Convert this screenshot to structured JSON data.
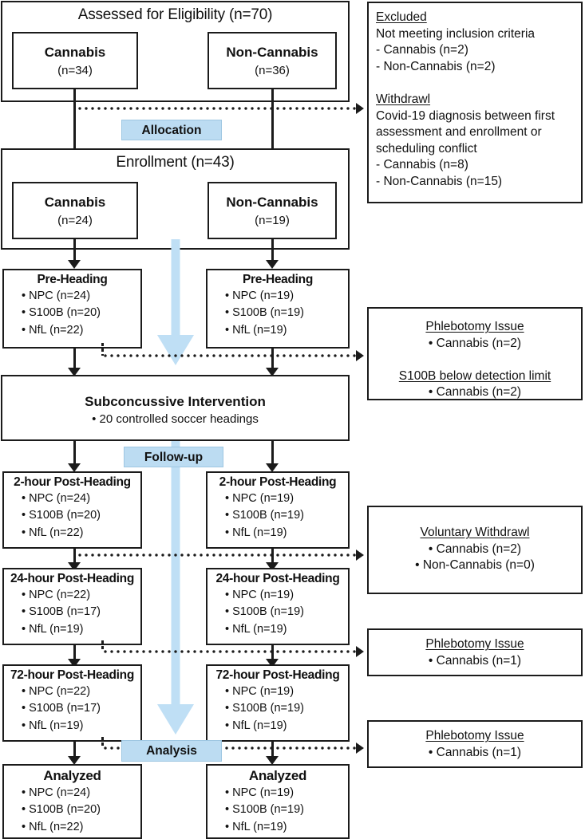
{
  "diagram": {
    "title": "CONSORT participant flow diagram",
    "accent_blue": "#bcdcf2",
    "line_color": "#1b1b1b"
  },
  "stage_labels": {
    "allocation": "Allocation",
    "followup": "Follow-up",
    "analysis": "Analysis"
  },
  "assessed": {
    "header": "Assessed for Eligibility (n=70)",
    "groups": [
      {
        "name": "Cannabis",
        "n": "(n=34)"
      },
      {
        "name": "Non-Cannabis",
        "n": "(n=36)"
      }
    ]
  },
  "enrollment": {
    "header": "Enrollment (n=43)",
    "groups": [
      {
        "name": "Cannabis",
        "n": "(n=24)"
      },
      {
        "name": "Non-Cannabis",
        "n": "(n=19)"
      }
    ]
  },
  "intervention": {
    "title": "Subconcussive Intervention",
    "detail": "• 20 controlled soccer headings"
  },
  "timepoints": [
    {
      "id": "pre-heading",
      "left": {
        "title": "Pre-Heading",
        "items": [
          "• NPC (n=24)",
          "• S100B (n=20)",
          "• NfL (n=22)"
        ]
      },
      "right": {
        "title": "Pre-Heading",
        "items": [
          "• NPC (n=19)",
          "• S100B (n=19)",
          "• NfL (n=19)"
        ]
      }
    },
    {
      "id": "2-hour-post-heading",
      "left": {
        "title": "2-hour Post-Heading",
        "items": [
          "• NPC (n=24)",
          "• S100B (n=20)",
          "• NfL (n=22)"
        ]
      },
      "right": {
        "title": "2-hour Post-Heading",
        "items": [
          "• NPC (n=19)",
          "• S100B (n=19)",
          "• NfL (n=19)"
        ]
      }
    },
    {
      "id": "24-hour-post-heading",
      "left": {
        "title": "24-hour Post-Heading",
        "items": [
          "• NPC (n=22)",
          "• S100B (n=17)",
          "• NfL (n=19)"
        ]
      },
      "right": {
        "title": "24-hour Post-Heading",
        "items": [
          "• NPC (n=19)",
          "• S100B (n=19)",
          "• NfL (n=19)"
        ]
      }
    },
    {
      "id": "72-hour-post-heading",
      "left": {
        "title": "72-hour Post-Heading",
        "items": [
          "• NPC (n=22)",
          "• S100B (n=17)",
          "• NfL (n=19)"
        ]
      },
      "right": {
        "title": "72-hour Post-Heading",
        "items": [
          "• NPC (n=19)",
          "• S100B (n=19)",
          "• NfL (n=19)"
        ]
      }
    },
    {
      "id": "analyzed",
      "left": {
        "title": "Analyzed",
        "items": [
          "• NPC (n=24)",
          "• S100B (n=20)",
          "• NfL (n=22)"
        ]
      },
      "right": {
        "title": "Analyzed",
        "items": [
          "• NPC (n=19)",
          "• S100B (n=19)",
          "• NfL (n=19)"
        ]
      }
    }
  ],
  "side_notes": {
    "excluded": {
      "heading1": "Excluded",
      "line1": "Not meeting inclusion criteria",
      "line2": "- Cannabis (n=2)",
      "line3": "- Non-Cannabis (n=2)",
      "heading2": "Withdrawl",
      "line4": "Covid-19 diagnosis between first",
      "line5": "assessment and enrollment or",
      "line6": "scheduling conflict",
      "line7": "- Cannabis (n=8)",
      "line8": "- Non-Cannabis (n=15)"
    },
    "phlebotomy_pre": {
      "heading1": "Phlebotomy Issue",
      "line1": "• Cannabis (n=2)",
      "heading2": "S100B below detection limit",
      "line2": "• Cannabis (n=2)"
    },
    "voluntary_withdrawl": {
      "heading1": "Voluntary Withdrawl",
      "line1": "• Cannabis (n=2)",
      "line2": "•  Non-Cannabis (n=0)"
    },
    "phlebotomy_24": {
      "heading1": "Phlebotomy Issue",
      "line1": "• Cannabis (n=1)"
    },
    "phlebotomy_72": {
      "heading1": "Phlebotomy Issue",
      "line1": "• Cannabis (n=1)"
    }
  }
}
